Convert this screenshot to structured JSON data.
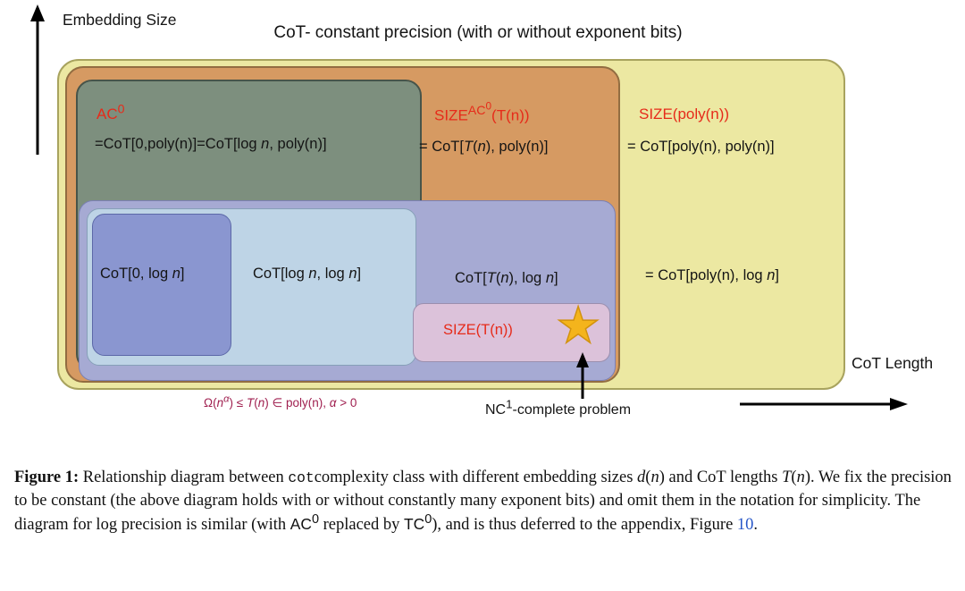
{
  "title": "CoT- constant precision (with or without exponent bits)",
  "axes": {
    "y_label": "Embedding Size",
    "x_label": "CoT Length"
  },
  "colors": {
    "red_label": "#e62b1a",
    "maroon": "#a02050",
    "star": "#f4b41c",
    "star_stroke": "#d2920e",
    "link": "#2756c8",
    "yellow_fill": "#ece8a2",
    "yellow_border": "#a8a35e",
    "orange_fill": "#d69a62",
    "orange_border": "#926d41",
    "green_fill": "#7d8f7e",
    "green_border": "#47544a",
    "lavender_fill": "#a6aad3",
    "lavender_border": "#7b80b4",
    "lightblue_fill": "#bed4e6",
    "lightblue_border": "#86a0b8",
    "blue_fill": "#8a96d0",
    "blue_border": "#5c68a8",
    "pink_fill": "#dcc2da",
    "pink_border": "#9b8fae",
    "text": "#141414"
  },
  "regions": {
    "ac0": {
      "name_html": "AC<sup>0</sup>",
      "formula_html": "=CoT[0,poly(n)]=CoT[log <i>n</i>, poly(n)]"
    },
    "size_ac0": {
      "name_html": "SIZE<sup>AC<sup>0</sup></sup>(T(n))",
      "formula_html": "= CoT[<i>T</i>(<i>n</i>), poly(n)]"
    },
    "size_poly": {
      "name_html": "SIZE(poly(n))",
      "formula_html": "= CoT[poly(n), poly(n)]",
      "formula2_html": "= CoT[poly(n), log <i>n</i>]"
    },
    "cot_0_log": {
      "label_html": "CoT[0, log <i>n</i>]"
    },
    "cot_log_log": {
      "label_html": "CoT[log <i>n</i>, log <i>n</i>]"
    },
    "cot_T_log": {
      "label_html": "CoT[<i>T</i>(<i>n</i>), log <i>n</i>]"
    },
    "size_T": {
      "name_html": "SIZE(T(n))"
    }
  },
  "annotations": {
    "constraint_html": "&Omega;(<i>n<sup>&alpha;</sup></i>) &le; <i>T</i>(<i>n</i>) &isin; poly(n), <i>&alpha;</i> &gt; 0",
    "nc1_html": "NC<sup>1</sup>-complete problem",
    "star_glyph": "★"
  },
  "caption": {
    "body_html": "<b>Figure 1:</b> Relationship diagram between <span class=\"tt\">cot</span>complexity class with different embedding sizes <i>d</i>(<i>n</i>) and CoT lengths <i>T</i>(<i>n</i>). We fix the precision to be constant (the above diagram holds with or without constantly many exponent bits) and omit them in the notation for simplicity. The diagram for log precision is similar (with <span class=\"sf\">AC<sup>0</sup></span> replaced by <span class=\"sf\">TC<sup>0</sup></span>), and is thus deferred to the appendix, Figure ",
    "link_text": "10",
    "after_link": "."
  }
}
